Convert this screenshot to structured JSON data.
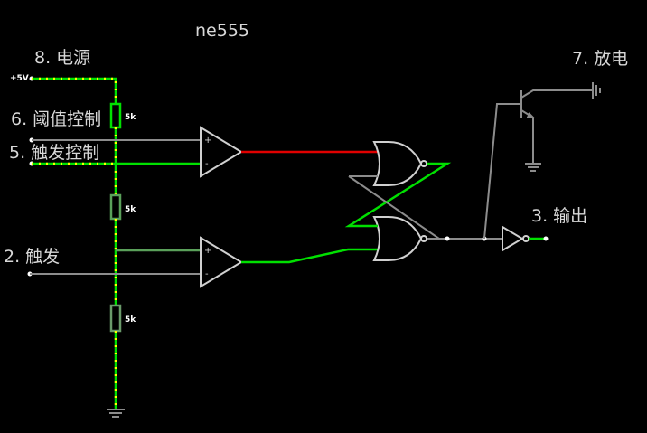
{
  "title": "ne555",
  "pins": {
    "power": "8. 电源",
    "threshold": "6. 阈值控制",
    "control": "5. 触发控制",
    "trigger": "2. 触发",
    "discharge": "7. 放电",
    "output": "3. 输出"
  },
  "supply_label": "+5V",
  "resistors": [
    "5k",
    "5k",
    "5k"
  ],
  "comparator_signs": {
    "plus": "+",
    "minus": "-"
  },
  "colors": {
    "background": "#000000",
    "wire_inactive": "#8c8c8c",
    "wire_high": "#00e000",
    "wire_low": "#e00000",
    "current_dots": "#ffff00",
    "component": "#d0d0d0"
  }
}
